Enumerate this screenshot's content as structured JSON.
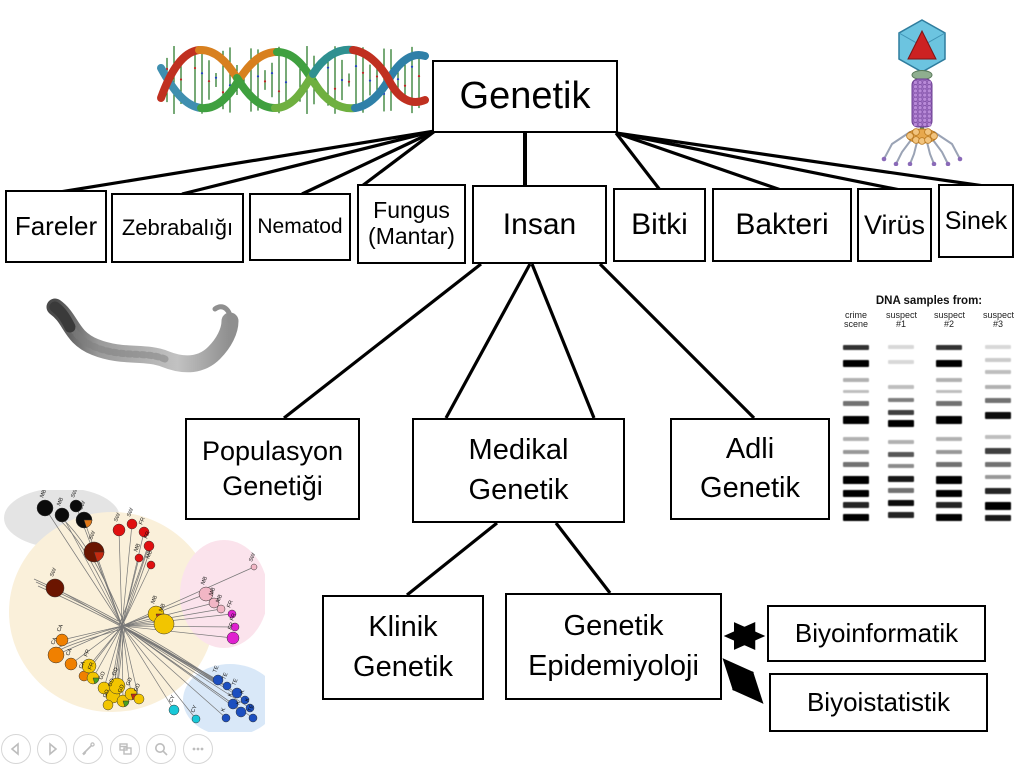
{
  "tree": {
    "root": {
      "label": "Genetik"
    },
    "organisms": [
      {
        "id": "fareler",
        "label": "Fareler"
      },
      {
        "id": "zebrabaligi",
        "label": "Zebrabalığı"
      },
      {
        "id": "nematod",
        "label": "Nematod"
      },
      {
        "id": "fungus",
        "label": "Fungus",
        "label2": "(Mantar)"
      },
      {
        "id": "insan",
        "label": "Insan"
      },
      {
        "id": "bitki",
        "label": "Bitki"
      },
      {
        "id": "bakteri",
        "label": "Bakteri"
      },
      {
        "id": "virus",
        "label": "Virüs"
      },
      {
        "id": "sinek",
        "label": "Sinek"
      }
    ],
    "insan_fields": [
      {
        "id": "populasyon",
        "label": "Populasyon",
        "label2": "Genetiği"
      },
      {
        "id": "medikal",
        "label": "Medikal",
        "label2": "Genetik"
      },
      {
        "id": "adli",
        "label": "Adli",
        "label2": "Genetik"
      }
    ],
    "medikal_fields": [
      {
        "id": "klinik",
        "label": "Klinik",
        "label2": "Genetik"
      },
      {
        "id": "epidemiyoloji",
        "label": "Genetik",
        "label2": "Epidemiyoloji"
      }
    ],
    "related_fields": [
      {
        "id": "biyoinformatik",
        "label": "Biyoinformatik"
      },
      {
        "id": "biyoistatistik",
        "label": "Biyoistatistik"
      }
    ]
  },
  "gel": {
    "title": "DNA samples from:",
    "lanes": [
      {
        "label": [
          "crime",
          "scene"
        ],
        "pattern": "A"
      },
      {
        "label": [
          "suspect",
          "#1"
        ],
        "pattern": "B"
      },
      {
        "label": [
          "suspect",
          "#2"
        ],
        "pattern": "A"
      },
      {
        "label": [
          "suspect",
          "#3"
        ],
        "pattern": "C"
      }
    ],
    "patterns": {
      "A": [
        [
          5,
          0.8,
          5
        ],
        [
          20,
          1,
          7
        ],
        [
          38,
          0.3,
          4
        ],
        [
          50,
          0.25,
          3
        ],
        [
          61,
          0.55,
          5
        ],
        [
          76,
          1,
          8
        ],
        [
          97,
          0.3,
          4
        ],
        [
          110,
          0.4,
          4
        ],
        [
          122,
          0.55,
          5
        ],
        [
          136,
          1,
          8
        ],
        [
          150,
          1,
          7
        ],
        [
          162,
          0.85,
          6
        ],
        [
          174,
          1,
          7
        ]
      ],
      "B": [
        [
          5,
          0.15,
          4
        ],
        [
          20,
          0.15,
          4
        ],
        [
          45,
          0.25,
          4
        ],
        [
          58,
          0.5,
          4
        ],
        [
          70,
          0.75,
          5
        ],
        [
          80,
          1,
          7
        ],
        [
          100,
          0.3,
          4
        ],
        [
          112,
          0.65,
          5
        ],
        [
          124,
          0.45,
          4
        ],
        [
          136,
          0.9,
          6
        ],
        [
          148,
          0.55,
          5
        ],
        [
          160,
          0.95,
          6
        ],
        [
          172,
          0.85,
          6
        ]
      ],
      "C": [
        [
          5,
          0.15,
          4
        ],
        [
          18,
          0.2,
          4
        ],
        [
          30,
          0.25,
          4
        ],
        [
          45,
          0.3,
          4
        ],
        [
          58,
          0.55,
          5
        ],
        [
          72,
          0.95,
          7
        ],
        [
          95,
          0.25,
          4
        ],
        [
          108,
          0.75,
          6
        ],
        [
          122,
          0.55,
          5
        ],
        [
          135,
          0.4,
          4
        ],
        [
          148,
          0.85,
          6
        ],
        [
          162,
          1,
          8
        ],
        [
          175,
          0.9,
          6
        ]
      ]
    }
  },
  "phylo": {
    "nodes": [
      [
        45,
        18,
        8,
        "#0b0b0b",
        "MB"
      ],
      [
        62,
        25,
        7,
        "#0b0b0b",
        "MB"
      ],
      [
        76,
        16,
        6,
        "#0b0b0b",
        "SW"
      ],
      [
        84,
        30,
        8,
        "#0b0b0b",
        "SW",
        "#e07818"
      ],
      [
        94,
        62,
        10,
        "#6b1500",
        "SW",
        "#c42a10"
      ],
      [
        55,
        98,
        9,
        "#6b1500",
        "SW"
      ],
      [
        119,
        40,
        6,
        "#e01010",
        "SW"
      ],
      [
        132,
        34,
        5,
        "#e01010",
        "SW"
      ],
      [
        144,
        42,
        5,
        "#e01010",
        "FR"
      ],
      [
        149,
        56,
        5,
        "#e01010",
        "FR"
      ],
      [
        151,
        75,
        4,
        "#e01010",
        "MB"
      ],
      [
        139,
        68,
        4,
        "#e01010",
        "MB"
      ],
      [
        206,
        104,
        7,
        "#f2b6c5",
        "MB"
      ],
      [
        214,
        113,
        5,
        "#f2b6c5",
        "MB"
      ],
      [
        221,
        119,
        4,
        "#f2b6c5",
        "MB"
      ],
      [
        254,
        77,
        3,
        "#f2b6c5",
        "SW"
      ],
      [
        232,
        124,
        4,
        "#e020d0",
        "FR"
      ],
      [
        235,
        137,
        4,
        "#e020d0",
        "FR"
      ],
      [
        233,
        148,
        6,
        "#e020d0",
        "FR"
      ],
      [
        62,
        150,
        6,
        "#f08000",
        "CA"
      ],
      [
        56,
        165,
        8,
        "#f08000",
        "CA"
      ],
      [
        71,
        174,
        6,
        "#f08000",
        "CA"
      ],
      [
        84,
        186,
        5,
        "#f08000",
        "CA"
      ],
      [
        156,
        124,
        8,
        "#f2c500",
        "MB",
        "#c42a10"
      ],
      [
        164,
        134,
        10,
        "#f2c500",
        "MB"
      ],
      [
        89,
        176,
        7,
        "#f2c500",
        "FR"
      ],
      [
        93,
        188,
        6,
        "#f2c500",
        "FR",
        "#4aa020"
      ],
      [
        104,
        198,
        6,
        "#f2c500",
        "GD"
      ],
      [
        113,
        206,
        7,
        "#f2c500",
        "GD"
      ],
      [
        123,
        211,
        6,
        "#f2c500",
        "GD",
        "#4aa020"
      ],
      [
        117,
        196,
        8,
        "#f2c500",
        "GD"
      ],
      [
        131,
        204,
        6,
        "#f2c500",
        "GD",
        "#c42a10"
      ],
      [
        139,
        209,
        5,
        "#f2c500",
        "GD"
      ],
      [
        108,
        215,
        5,
        "#f2c500",
        "GD"
      ],
      [
        174,
        220,
        5,
        "#18c8d8",
        "CY"
      ],
      [
        196,
        229,
        4,
        "#18c8d8",
        "CY"
      ],
      [
        218,
        190,
        5,
        "#1c4fc0",
        "TE"
      ],
      [
        227,
        196,
        4,
        "#1c4fc0",
        "TE"
      ],
      [
        237,
        203,
        5,
        "#1c4fc0",
        "TE"
      ],
      [
        245,
        210,
        4,
        "#1c4fc0",
        "K"
      ],
      [
        233,
        214,
        5,
        "#1c4fc0",
        "K"
      ],
      [
        241,
        222,
        5,
        "#1c4fc0",
        "K"
      ],
      [
        226,
        228,
        4,
        "#1c4fc0",
        "K"
      ],
      [
        250,
        218,
        4,
        "#1c4fc0",
        "K"
      ],
      [
        253,
        228,
        4,
        "#1c4fc0",
        "TE"
      ]
    ]
  },
  "toolbar": {
    "buttons": [
      {
        "icon": "previous-arrow"
      },
      {
        "icon": "next-arrow"
      },
      {
        "icon": "pen"
      },
      {
        "icon": "all-slides"
      },
      {
        "icon": "magnifier"
      },
      {
        "icon": "more-ellipsis"
      }
    ]
  },
  "illustrations": {
    "dna_helix": "dna-double-helix",
    "bacteriophage": "bacteriophage-virus",
    "nematode": "nematode-worm",
    "phylo_network": "phylogenetic-network",
    "gel": "dna-gel-electrophoresis"
  }
}
